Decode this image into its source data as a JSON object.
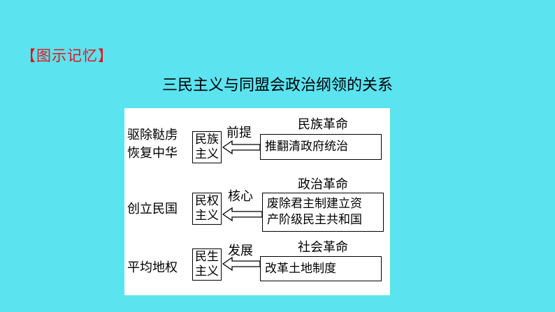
{
  "heading": "【图示记忆】",
  "title": "三民主义与同盟会政治纲领的关系",
  "rows": [
    {
      "goal_lines": [
        "驱除鞑虏",
        "恢复中华"
      ],
      "principle_lines": [
        "民族",
        "主义"
      ],
      "relation": "前提",
      "revolution": "民族革命",
      "content_lines": [
        "推翻清政府统治"
      ]
    },
    {
      "goal_lines": [
        "创立民国"
      ],
      "principle_lines": [
        "民权",
        "主义"
      ],
      "relation": "核心",
      "revolution": "政治革命",
      "content_lines": [
        "废除君主制建立资",
        "产阶级民主共和国"
      ]
    },
    {
      "goal_lines": [
        "平均地权"
      ],
      "principle_lines": [
        "民生",
        "主义"
      ],
      "relation": "发展",
      "revolution": "社会革命",
      "content_lines": [
        "改革土地制度"
      ]
    }
  ]
}
